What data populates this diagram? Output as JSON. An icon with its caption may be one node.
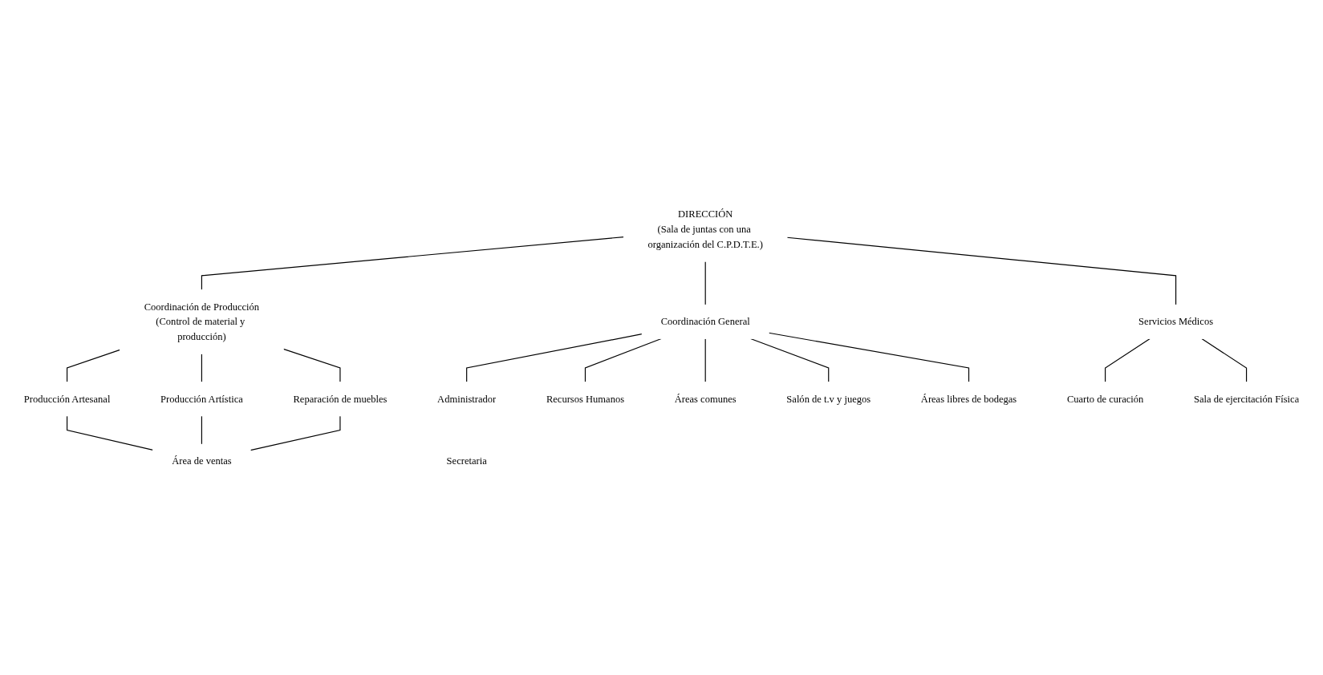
{
  "diagram": {
    "nodes": [
      {
        "text": [
          "DIRECCIÓN",
          "(Sala de juntas con una organización del C.P.D.T.E.)"
        ]
      },
      {
        "text": [
          "Coordinación de Producción",
          "(Control de material y producción)"
        ]
      },
      {
        "text": [
          "Coordinación General"
        ]
      },
      {
        "text": [
          "Servicios Médicos"
        ]
      },
      {
        "text": [
          "Producción Artesanal"
        ]
      },
      {
        "text": [
          "Producción Artística"
        ]
      },
      {
        "text": [
          "Reparación de muebles"
        ]
      },
      {
        "text": [
          "Área de ventas"
        ]
      },
      {
        "text": [
          "Administrador"
        ]
      },
      {
        "text": [
          "Secretaria"
        ]
      },
      {
        "text": [
          "Recursos Humanos"
        ]
      },
      {
        "text": [
          "Áreas comunes"
        ]
      },
      {
        "text": [
          "Salón de t.v y juegos"
        ]
      },
      {
        "text": [
          "Áreas libres de bodegas"
        ]
      },
      {
        "text": [
          "Cuarto de curación"
        ]
      },
      {
        "text": [
          "Sala de ejercitación Física"
        ]
      }
    ],
    "edges": [
      {
        "from": 0,
        "to": 1,
        "arrow": "none"
      },
      {
        "from": 0,
        "to": 2,
        "arrow": "none"
      },
      {
        "from": 0,
        "to": 3,
        "arrow": "none"
      },
      {
        "from": 1,
        "to": 4,
        "arrow": "none"
      },
      {
        "from": 1,
        "to": 5,
        "arrow": "none"
      },
      {
        "from": 1,
        "to": 6,
        "arrow": "none"
      },
      {
        "from": 4,
        "to": 7,
        "arrow": "none"
      },
      {
        "from": 5,
        "to": 7,
        "arrow": "none"
      },
      {
        "from": 6,
        "to": 7,
        "arrow": "none"
      },
      {
        "from": 2,
        "to": 8,
        "arrow": "none"
      },
      {
        "from": 2,
        "to": 10,
        "arrow": "none"
      },
      {
        "from": 2,
        "to": 11,
        "arrow": "none"
      },
      {
        "from": 2,
        "to": 12,
        "arrow": "none"
      },
      {
        "from": 2,
        "to": 13,
        "arrow": "none"
      },
      {
        "from": 3,
        "to": 14,
        "arrow": "none"
      },
      {
        "from": 3,
        "to": 15,
        "arrow": "none"
      }
    ]
  }
}
